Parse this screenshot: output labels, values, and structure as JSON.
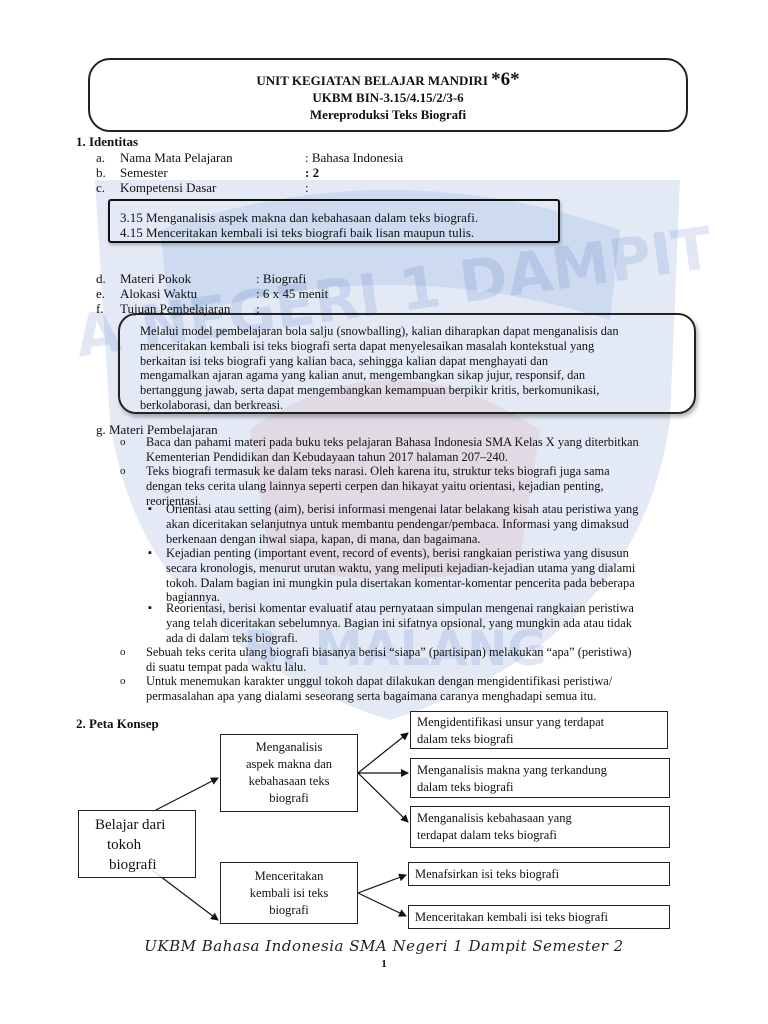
{
  "header": {
    "line1": "UNIT KEGIATAN BELAJAR MANDIRI",
    "line1_num": "*6*",
    "line2": "UKBM BIN-3.15/4.15/2/3-6",
    "line3": "Mereproduksi Teks Biografi"
  },
  "watermark": {
    "text_top": "A NEGERI 1 DAMPIT",
    "text_bottom": "B. MALANG",
    "colors": {
      "shield": "#2a5fb8",
      "red": "#c8202a"
    }
  },
  "identitas": {
    "heading": "1.  Identitas",
    "items": [
      {
        "letter": "a.",
        "label": "Nama Mata Pelajaran",
        "value": ": Bahasa Indonesia"
      },
      {
        "letter": "b.",
        "label": "Semester",
        "value": ": 2"
      },
      {
        "letter": "c.",
        "label": "Kompetensi Dasar",
        "value": ":"
      }
    ],
    "kd": [
      "3.15 Menganalisis aspek makna dan kebahasaan dalam teks biografi.",
      "4.15 Menceritakan kembali isi teks biografi baik lisan maupun tulis."
    ],
    "items2": [
      {
        "letter": "d.",
        "label": "Materi Pokok",
        "value": ": Biografi"
      },
      {
        "letter": "e.",
        "label": "Alokasi Waktu",
        "value": ": 6 x 45 menit"
      },
      {
        "letter": "f.",
        "label": "Tujuan Pembelajaran",
        "value": ":"
      }
    ],
    "tujuan_lines": [
      "Melalui model pembelajaran bola salju (snowballing), kalian diharapkan dapat menganalisis dan",
      "menceritakan kembali isi teks biografi serta dapat menyelesaikan masalah kontekstual yang",
      "berkaitan isi teks biografi yang kalian baca, sehingga kalian dapat menghayati dan",
      "mengamalkan ajaran agama yang kalian anut, mengembangkan sikap jujur, responsif, dan",
      "bertanggung jawab, serta dapat mengembangkan kemampuan berpikir kritis, berkomunikasi,",
      "berkolaborasi, dan berkreasi."
    ]
  },
  "materi": {
    "label": "g.   Materi Pembelajaran",
    "b1": [
      "Baca dan pahami materi pada buku teks pelajaran Bahasa Indonesia SMA Kelas X yang diterbitkan",
      "Kementerian Pendidikan dan Kebudayaan tahun 2017 halaman 207–240."
    ],
    "b2": [
      "Teks biografi termasuk ke dalam teks narasi. Oleh karena itu, struktur teks biografi juga sama",
      "dengan teks cerita ulang lainnya seperti cerpen dan hikayat yaitu orientasi, kejadian penting,",
      "reorientasi."
    ],
    "s1": [
      "Orientasi atau setting (aim), berisi informasi mengenai latar belakang  kisah atau peristiwa yang",
      "akan diceritakan selanjutnya untuk membantu pendengar/pembaca. Informasi yang dimaksud",
      "berkenaan dengan ihwal siapa, kapan, di mana, dan bagaimana."
    ],
    "s2": [
      "Kejadian penting (important event, record of events), berisi rangkaian peristiwa yang disusun",
      "secara kronologis, menurut urutan waktu, yang meliputi kejadian-kejadian utama yang dialami",
      "tokoh. Dalam bagian ini mungkin pula disertakan komentar-komentar pencerita pada beberapa",
      "bagiannya."
    ],
    "s3": [
      "Reorientasi, berisi komentar evaluatif atau pernyataan simpulan mengenai rangkaian peristiwa",
      "yang telah diceritakan sebelumnya. Bagian ini sifatnya opsional, yang mungkin ada atau tidak",
      "ada di dalam teks biografi."
    ],
    "b3": [
      "Sebuah teks cerita ulang biografi biasanya berisi “siapa” (partisipan) melakukan “apa” (peristiwa)",
      "di suatu tempat pada waktu lalu."
    ],
    "b4": [
      "Untuk menemukan karakter unggul tokoh dapat dilakukan dengan mengidentifikasi peristiwa/",
      "permasalahan apa yang dialami seseorang serta bagaimana caranya menghadapi semua itu."
    ],
    "bullet_char": "o",
    "square_char": "▪"
  },
  "peta": {
    "heading": "2.  Peta Konsep",
    "root": "Belajar dari tokoh biografi",
    "root_lines": [
      "Belajar dari",
      "tokoh",
      "biografi"
    ],
    "mid1_lines": [
      "Menganalisis",
      "aspek makna dan",
      "kebahasaan teks",
      "biografi"
    ],
    "mid2_lines": [
      "Menceritakan",
      "kembali isi teks",
      "biografi"
    ],
    "leaf1_lines": [
      "Mengidentifikasi unsur yang terdapat",
      "dalam teks biografi"
    ],
    "leaf2_lines": [
      "Menganalisis makna yang terkandung",
      "dalam teks biografi"
    ],
    "leaf3_lines": [
      "Menganalisis kebahasaan yang",
      "terdapat dalam teks biografi"
    ],
    "leaf4": "Menafsirkan isi teks biografi",
    "leaf5": "Menceritakan kembali isi teks biografi"
  },
  "footer": {
    "text": "UKBM Bahasa Indonesia SMA Negeri 1 Dampit Semester 2",
    "page": "1"
  }
}
